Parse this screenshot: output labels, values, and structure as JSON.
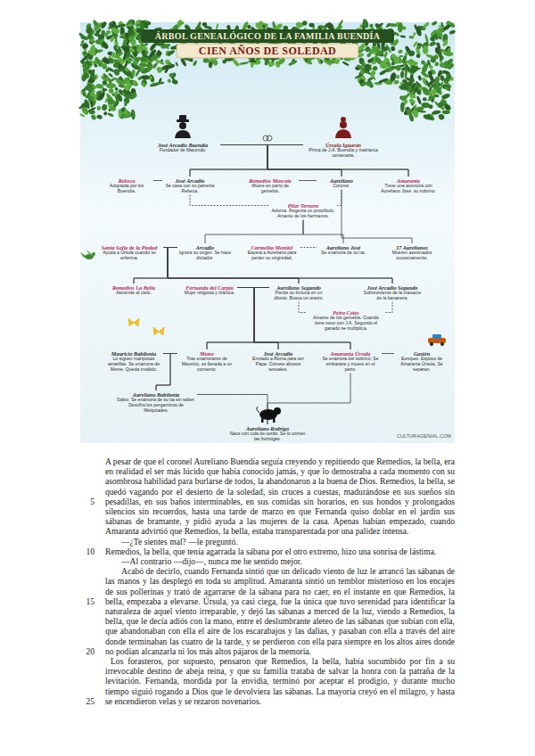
{
  "diagram": {
    "title": "ÁRBOL GENEALÓGICO DE LA FAMILIA BUENDÍA",
    "nodes": [
      {
        "text": [
          "José Arcadio Buendía",
          "Fundador de Macondo."
        ]
      },
      {
        "text": [
          "Úrsula Iguarán",
          "Prima de J.A. Buendía y matriarca centenaria."
        ]
      },
      {
        "text": [
          "Rebeca",
          "Adoptada por los Buendía."
        ]
      },
      {
        "text": [
          "José Arcadio",
          "Se casa con su parienta Rebeca."
        ]
      },
      {
        "text": [
          "Remedios Moscote",
          "Muere en parto de gemelos."
        ]
      },
      {
        "text": [
          "Aureliano",
          "Coronel."
        ]
      },
      {
        "text": [
          "Amaranta",
          "Tiene una aventura con Aureliano José, su sobrino."
        ]
      },
      {
        "text": [
          "Pilar Ternera",
          "Adivina. Regenta un prostíbulo. Amante de los hermanos."
        ]
      },
      {
        "text": [
          "Santa Sofía de la Piedad",
          "Ayuda a Úrsula cuando se enferma."
        ]
      },
      {
        "text": [
          "Arcadio",
          "Ignora su origen. Se hace dictador."
        ]
      },
      {
        "text": [
          "Carmelita Montiel",
          "Espera a Aureliano para perder su virginidad."
        ]
      },
      {
        "text": [
          "Aureliano José",
          "Se enamora de su tía."
        ]
      },
      {
        "text": [
          "17 Aurelianos",
          "Mueren asesinados sucesivamente."
        ]
      },
      {
        "text": [
          "Remedios La Bella",
          "Asciende al cielo."
        ]
      },
      {
        "text": [
          "Fernanda del Carpio",
          "Mujer religiosa y tiránica."
        ]
      },
      {
        "text": [
          "Aureliano Segundo",
          "Pierde su fortuna en un diluvio. Busca un tesoro."
        ]
      },
      {
        "text": [
          "José Arcadio Segundo",
          "Sobreviviente de la masacre de la bananera."
        ]
      },
      {
        "text": [
          "Petra Cotes",
          "Amante de los gemelos. Cuando tiene sexo con J.A. Segundo el ganado se multiplica."
        ]
      },
      {
        "text": [
          "Mauricio Babilonia",
          "Lo siguen mariposas amarillas. Se enamora de Meme. Queda inválido."
        ]
      },
      {
        "text": [
          "Meme",
          "Tras enamorarse de Mauricio, es llevada a un convento."
        ]
      },
      {
        "text": [
          "José Arcadio",
          "Enviado a Roma para ser Papa. Comete abusos sexuales."
        ]
      },
      {
        "text": [
          "Amaranta Úrsula",
          "Se enamora del sobrino; Se embaraza y muere en el parto."
        ]
      },
      {
        "text": [
          "Gastón",
          "Europeo. Esposo de Amaranta Úrsula. Se separan."
        ]
      },
      {
        "text": [
          "Aureliano Babilonia",
          "Sabio. Se enamora de su tía sin saber. Descifra los pergaminos de Melquíades."
        ]
      },
      {
        "text": [
          "Aureliano Rodrigo",
          "Nace con cola de cerdo. Se lo comen las hormigas."
        ]
      }
    ],
    "edges": [
      {
        "from": 0,
        "to": 1,
        "arrow": "none"
      },
      {
        "from": 0,
        "to": 3,
        "arrow": "none"
      },
      {
        "from": 0,
        "to": 5,
        "arrow": "none"
      },
      {
        "from": 0,
        "to": 6,
        "arrow": "none"
      },
      {
        "from": 1,
        "to": 3,
        "arrow": "none"
      },
      {
        "from": 1,
        "to": 5,
        "arrow": "none"
      },
      {
        "from": 1,
        "to": 6,
        "arrow": "none"
      },
      {
        "from": 2,
        "to": 3,
        "arrow": "none"
      },
      {
        "from": 4,
        "to": 5,
        "arrow": "none"
      },
      {
        "from": 3,
        "to": 7,
        "arrow": "none"
      },
      {
        "from": 5,
        "to": 7,
        "arrow": "none"
      },
      {
        "from": 7,
        "to": 9,
        "arrow": "none"
      },
      {
        "from": 7,
        "to": 11,
        "arrow": "none"
      },
      {
        "from": 5,
        "to": 12,
        "arrow": "none"
      },
      {
        "from": 8,
        "to": 9,
        "arrow": "none"
      },
      {
        "from": 10,
        "to": 11,
        "arrow": "none"
      },
      {
        "from": 8,
        "to": 13,
        "arrow": "none"
      },
      {
        "from": 8,
        "to": 15,
        "arrow": "none"
      },
      {
        "from": 8,
        "to": 16,
        "arrow": "none"
      },
      {
        "from": 9,
        "to": 13,
        "arrow": "none"
      },
      {
        "from": 9,
        "to": 15,
        "arrow": "none"
      },
      {
        "from": 9,
        "to": 16,
        "arrow": "none"
      },
      {
        "from": 14,
        "to": 15,
        "arrow": "none"
      },
      {
        "from": 15,
        "to": 17,
        "arrow": "none"
      },
      {
        "from": 16,
        "to": 17,
        "arrow": "none"
      },
      {
        "from": 14,
        "to": 19,
        "arrow": "none"
      },
      {
        "from": 14,
        "to": 20,
        "arrow": "none"
      },
      {
        "from": 14,
        "to": 21,
        "arrow": "none"
      },
      {
        "from": 15,
        "to": 19,
        "arrow": "none"
      },
      {
        "from": 15,
        "to": 20,
        "arrow": "none"
      },
      {
        "from": 15,
        "to": 21,
        "arrow": "none"
      },
      {
        "from": 18,
        "to": 19,
        "arrow": "none"
      },
      {
        "from": 21,
        "to": 22,
        "arrow": "none"
      },
      {
        "from": 18,
        "to": 23,
        "arrow": "none"
      },
      {
        "from": 19,
        "to": 23,
        "arrow": "none"
      },
      {
        "from": 23,
        "to": 24,
        "arrow": "none"
      },
      {
        "from": 21,
        "to": 24,
        "arrow": "none"
      }
    ],
    "labels": [
      "CIEN AÑOS DE SOLEDAD",
      "CULTURAGENIAL.COM",
      "A pesar de que el coronel Aureliano Buendía seguía creyendo y repitiendo que Remedios, la bella, era en realidad el ser más lúcido que había conocido jamás, y que lo demostraba a cada momento con su asombrosa habilidad para burlarse de todos, la abandonaron a la buena de Dios. Remedios, la bella, se quedó vagando por el desierto de la soledad, sin cruces a cuestas, madurándose en sus sueños sin pesadillas, en sus baños interminables, en sus comidas sin horarios, en sus hondos y prolongados silencios sin recuerdos, hasta una tarde de marzo en que Fernanda quiso doblar en el jardín sus sábanas de bramante, y pidió ayuda a las mujeres de la casa. Apenas habían empezado, cuando Amaranta advirtió que Remedios, la bella, estaba transparentada por una palidez intensa.",
      "—¿Te sientes mal? —le preguntó.",
      "Remedios, la bella, que tenía agarrada la sábana por el otro extremo, hizo una sonrisa de lástima.",
      "—Al contrario —dijo—, nunca me he sentido mejor.",
      "Acabó de decirlo, cuando Fernanda sintió que un delicado viento de luz le arrancó las sábanas de las manos y las desplegó en toda su amplitud. Amaranta sintió un temblor misterioso en los encajes de sus pollerinas y trató de agarrarse de la sábana para no caer, en el instante en que Remedios, la bella, empezaba a elevarse. Úrsula, ya casi ciega, fue la única que tuvo serenidad para identificar la naturaleza de aquel viento irreparable, y dejó las sábanas a merced de la luz, viendo a Remedios, la bella, que le decía adiós con la mano, entre el deslumbrante aleteo de las sábanas que subían con ella, que abandonaban con ella el aire de los escarabajos y las dalias, y pasaban con ella a través del aire donde terminaban las cuatro de la tarde, y se perdieron con ella para siempre en los altos aires donde no podían alcanzarla ni los más altos pájaros de la memoria.",
      "Los forasteros, por supuesto, pensaron que Remedios, la bella, había sucumbido por fin a su irrevocable destino de abeja reina, y que su familia trataba de salvar la honra con la patraña de la levitación. Fernanda, mordida por la envidia, terminó por aceptar el prodigio, y durante mucho tiempo siguió rogando a Dios que le devolviera las sábanas. La mayoría creyó en el milagro, y hasta se encendieron velas y se rezaron novenarios.",
      "5",
      "10",
      "15",
      "20",
      "25"
    ]
  }
}
